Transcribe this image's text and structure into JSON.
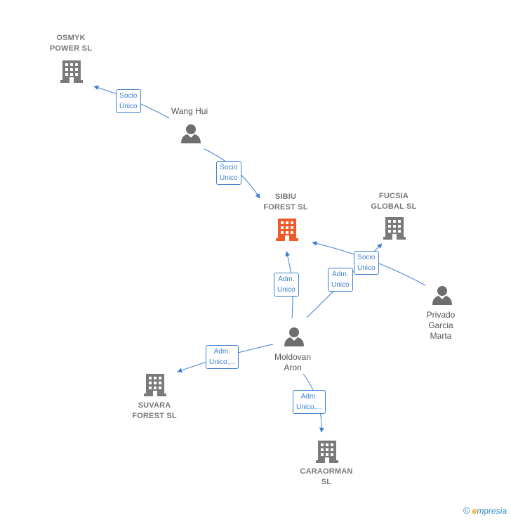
{
  "nodes": {
    "osmyk": {
      "label_lines": [
        "OSMYK",
        "POWER  SL"
      ],
      "type": "company"
    },
    "sibiu": {
      "label_lines": [
        "SIBIU",
        "FOREST  SL"
      ],
      "type": "company-main"
    },
    "fucsia": {
      "label_lines": [
        "FUCSIA",
        "GLOBAL  SL"
      ],
      "type": "company"
    },
    "suvara": {
      "label_lines": [
        "SUVARA",
        "FOREST  SL"
      ],
      "type": "company"
    },
    "caraorman": {
      "label_lines": [
        "CARAORMAN",
        "SL"
      ],
      "type": "company"
    },
    "wang": {
      "label_lines": [
        "Wang Hui"
      ],
      "type": "person"
    },
    "moldovan": {
      "label_lines": [
        "Moldovan",
        "Aron"
      ],
      "type": "person"
    },
    "privado": {
      "label_lines": [
        "Privado",
        "Garcia",
        "Marta"
      ],
      "type": "person"
    }
  },
  "edges": {
    "wang_osmyk": [
      "Socio",
      "Único"
    ],
    "wang_sibiu": [
      "Socio",
      "Único"
    ],
    "moldovan_sibiu": [
      "Adm.",
      "Unico"
    ],
    "moldovan_fucsia": [
      "Adm.",
      "Unico"
    ],
    "privado_sibiu": [
      "Socio",
      "Único"
    ],
    "moldovan_suvara": [
      "Adm.",
      "Unico,..."
    ],
    "moldovan_caraorman": [
      "Adm.",
      "Unico,..."
    ]
  },
  "colors": {
    "edge": "#3c7fd3",
    "company_icon": "#7a7a7a",
    "main_company_icon": "#f05a28",
    "person_icon": "#6e6e6e"
  },
  "footer": {
    "copyright": "©",
    "brand_initial": "e",
    "brand_rest": "mpresia"
  }
}
